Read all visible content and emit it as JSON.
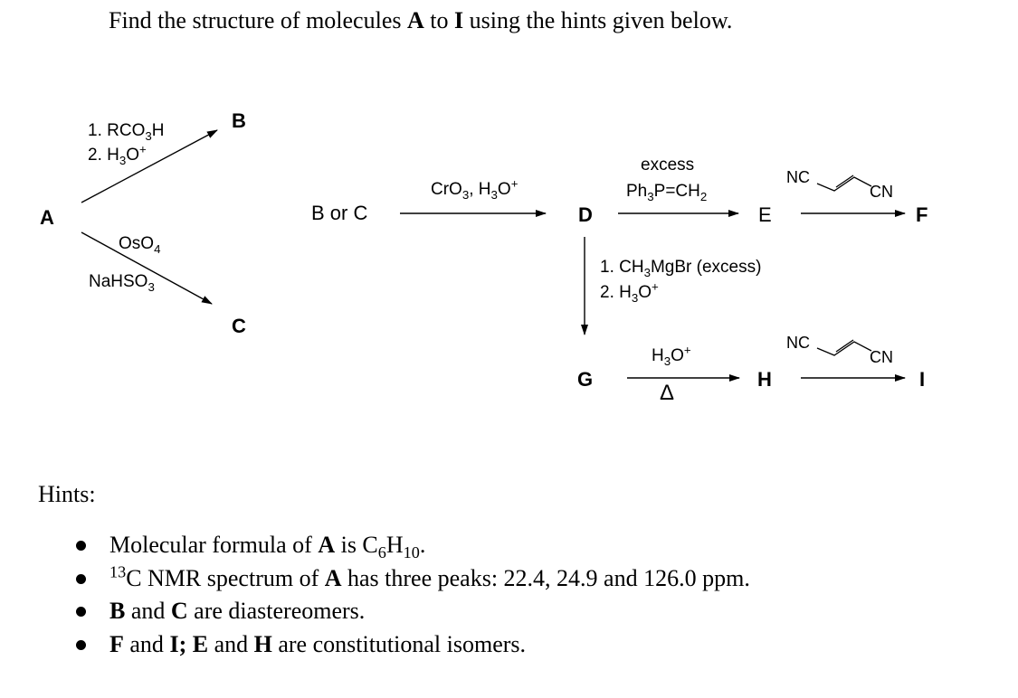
{
  "question": {
    "pre": "Find the structure of molecules ",
    "a": "A",
    "mid": " to ",
    "i": "I",
    "post": " using the hints given below."
  },
  "labels": {
    "A": "A",
    "B": "B",
    "C": "C",
    "B_or_C": "B or C",
    "D": "D",
    "E": "E",
    "F": "F",
    "G": "G",
    "H": "H",
    "I": "I"
  },
  "reagents": {
    "epox_1": "1. RCO",
    "epox_1_sub": "3",
    "epox_1_end": "H",
    "epox_2": "2. H",
    "epox_2_sub": "3",
    "epox_2_mid": "O",
    "epox_2_sup": "+",
    "osmium": "OsO",
    "osmium_sub": "4",
    "bisulfite": "NaHSO",
    "bisulfite_sub": "3",
    "jones": "CrO",
    "jones_sub": "3",
    "jones_mid": ", H",
    "jones_sub2": "3",
    "jones_end": "O",
    "jones_sup": "+",
    "excess": "excess",
    "wittig_1": "Ph",
    "wittig_sub": "3",
    "wittig_2": "P=CH",
    "wittig_sub2": "2",
    "grignard_1": "1. CH",
    "grignard_sub": "3",
    "grignard_2": "MgBr (excess)",
    "grignard_3": "2. H",
    "grignard_sub2": "3",
    "grignard_4": "O",
    "grignard_sup": "+",
    "acid": "H",
    "acid_sub": "3",
    "acid_mid": "O",
    "acid_sup": "+",
    "heat": "Δ",
    "nc": "NC",
    "cn": "CN"
  },
  "hints": {
    "title": "Hints:",
    "h1": {
      "pre": "Molecular formula of ",
      "bold": "A",
      "mid": " is C",
      "sub1": "6",
      "h": "H",
      "sub2": "10",
      "end": "."
    },
    "h2": {
      "sup": "13",
      "pre": "C NMR spectrum of ",
      "bold": "A",
      "post": " has three peaks: 22.4, 24.9 and 126.0 ppm."
    },
    "h3": {
      "b1": "B",
      "and": " and ",
      "b2": "C",
      "post": " are diastereomers."
    },
    "h4": {
      "b1": "F",
      "and1": " and ",
      "b2": "I",
      "semi": "; ",
      "b3": "E",
      "and2": " and ",
      "b4": "H",
      "post": " are constitutional isomers."
    }
  }
}
